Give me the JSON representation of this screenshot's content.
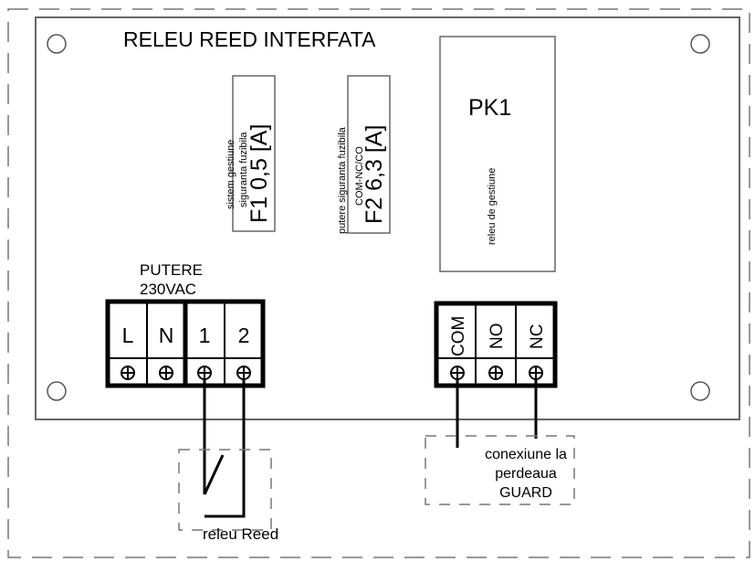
{
  "board": {
    "title": "RELEU REED INTERFATA"
  },
  "fuse1": {
    "code": "F1 0,5 [A]",
    "label_line1": "sistem gestiune",
    "label_line2": "siguranta fuzibila"
  },
  "fuse2": {
    "code": "F2 6,3 [A]",
    "label_line1": "putere siguranta fuzibila",
    "label_line2": "COM-NC/CO"
  },
  "relay": {
    "code": "PK1",
    "label": "releu de gestiune"
  },
  "power_block": {
    "label_line1": "PUTERE",
    "label_line2": "230VAC",
    "terminals": [
      "L",
      "N",
      "1",
      "2"
    ]
  },
  "output_block": {
    "terminals": [
      "COM",
      "NO",
      "NC"
    ]
  },
  "reed_switch": {
    "label": "releu Reed"
  },
  "guard": {
    "label_line1": "conexiune la",
    "label_line2": "perdeaua",
    "label_line3": "GUARD"
  }
}
